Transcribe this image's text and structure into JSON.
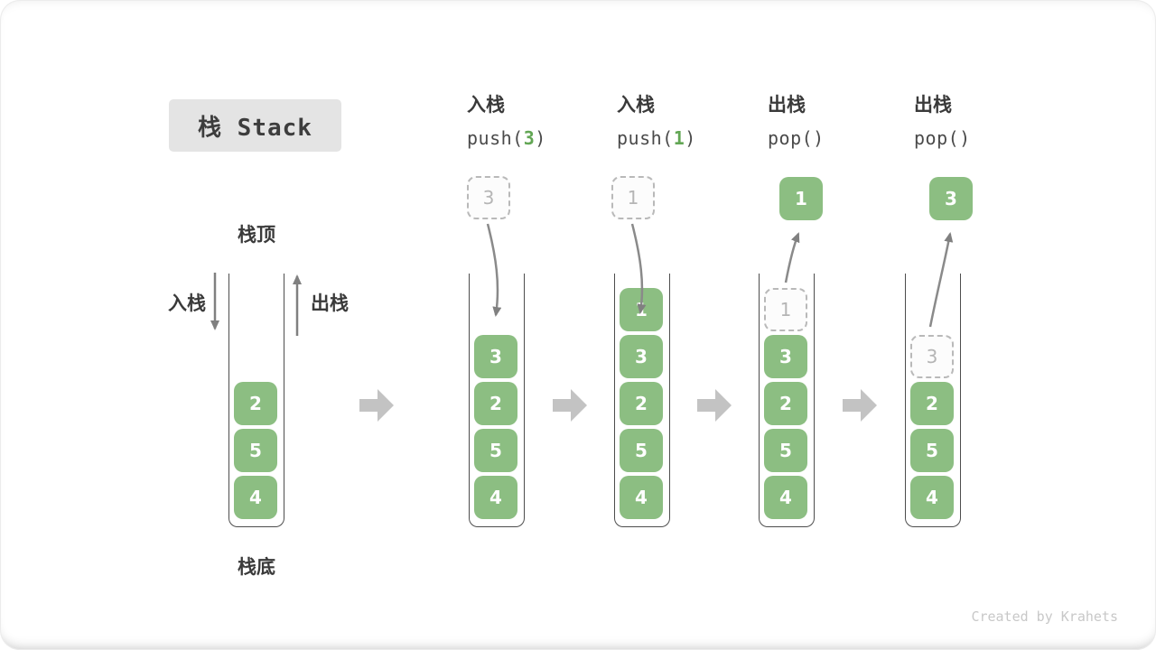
{
  "title": "栈 Stack",
  "labels": {
    "stack_top": "栈顶",
    "stack_bottom": "栈底",
    "push_side": "入栈",
    "pop_side": "出栈"
  },
  "operations": [
    {
      "label": "入栈",
      "code_pre": "push(",
      "code_arg": "3",
      "code_post": ")"
    },
    {
      "label": "入栈",
      "code_pre": "push(",
      "code_arg": "1",
      "code_post": ")"
    },
    {
      "label": "出栈",
      "code_pre": "pop(",
      "code_arg": "",
      "code_post": ")"
    },
    {
      "label": "出栈",
      "code_pre": "pop(",
      "code_arg": "",
      "code_post": ")"
    }
  ],
  "stacks": [
    {
      "cells": [
        {
          "v": "2"
        },
        {
          "v": "5"
        },
        {
          "v": "4"
        }
      ]
    },
    {
      "floating": {
        "value": "3",
        "style": "dashed"
      },
      "cells": [
        {
          "v": "3"
        },
        {
          "v": "2"
        },
        {
          "v": "5"
        },
        {
          "v": "4"
        }
      ]
    },
    {
      "floating": {
        "value": "1",
        "style": "dashed"
      },
      "cells": [
        {
          "v": "1"
        },
        {
          "v": "3"
        },
        {
          "v": "2"
        },
        {
          "v": "5"
        },
        {
          "v": "4"
        }
      ]
    },
    {
      "floating": {
        "value": "1",
        "style": "solid"
      },
      "cells": [
        {
          "v": "1",
          "dashed": true
        },
        {
          "v": "3"
        },
        {
          "v": "2"
        },
        {
          "v": "5"
        },
        {
          "v": "4"
        }
      ]
    },
    {
      "floating": {
        "value": "3",
        "style": "solid"
      },
      "cells": [
        {
          "v": "3",
          "dashed": true
        },
        {
          "v": "2"
        },
        {
          "v": "5"
        },
        {
          "v": "4"
        }
      ]
    }
  ],
  "footer": "Created by Krahets",
  "colors": {
    "green_box": "#8cbe82",
    "green_accent": "#62a654",
    "grey_arrow": "#c3c3c3",
    "title_bg": "#e4e4e4"
  }
}
